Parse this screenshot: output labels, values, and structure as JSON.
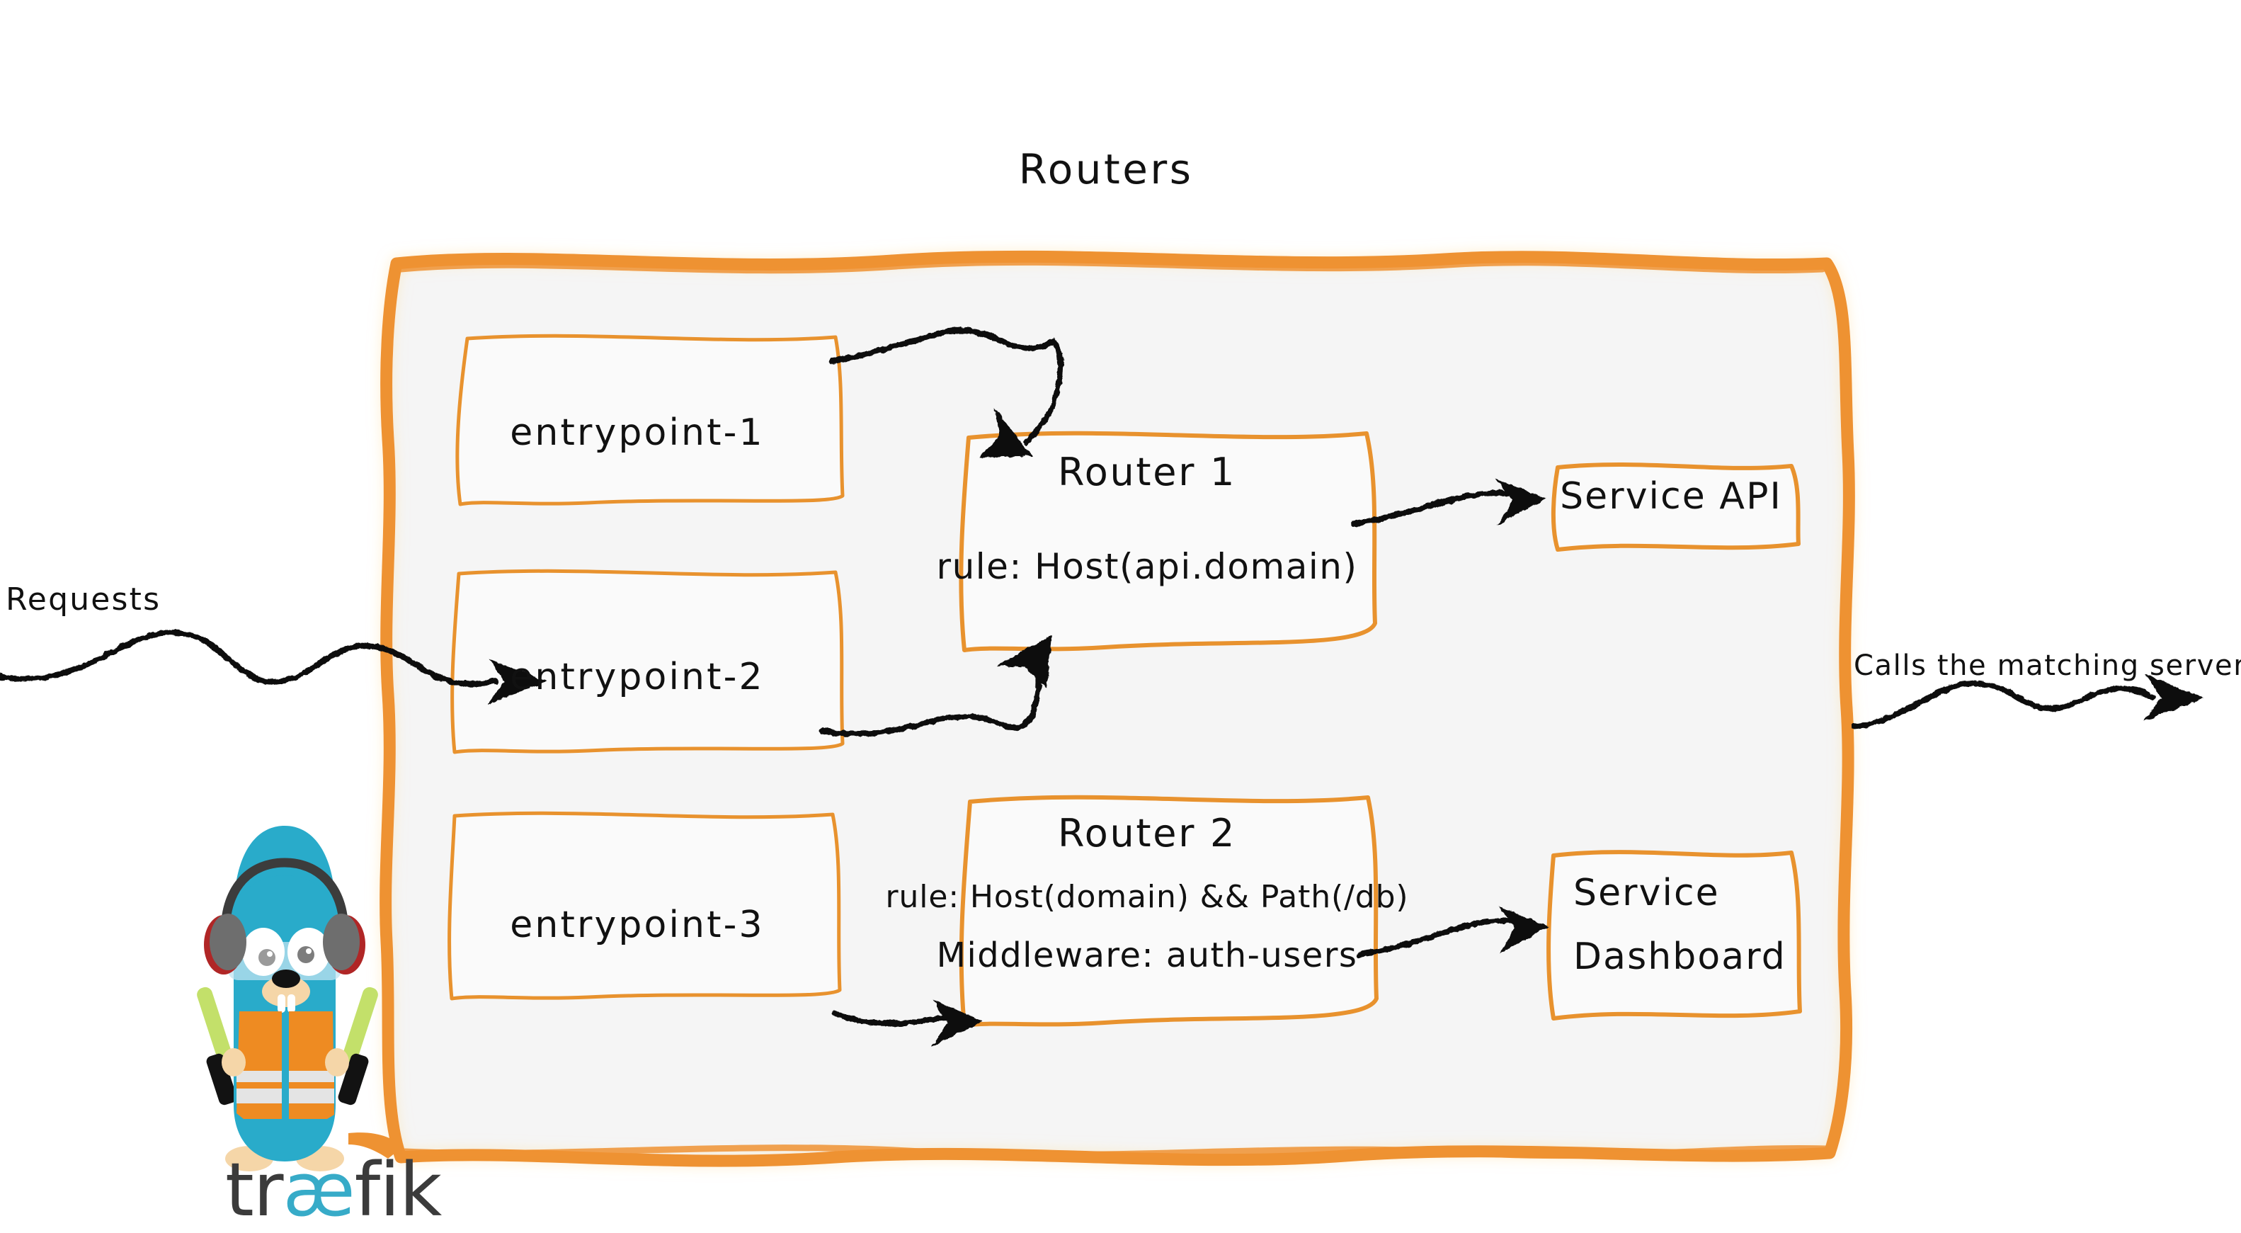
{
  "diagram": {
    "title": "Routers",
    "background": "#ffffff",
    "panel_fill": "#F5F5F5",
    "accent_orange": "#EE9232",
    "box_border_orange": "#E8922E",
    "box_fill": "#FAFAFA",
    "ink_black": "#111111",
    "traefik_cyan": "#37ABC8",
    "traefik_dark": "#3B3B3B"
  },
  "entrypoints": [
    {
      "label": "entrypoint-1"
    },
    {
      "label": "entrypoint-2"
    },
    {
      "label": "entrypoint-3"
    }
  ],
  "routers": [
    {
      "title": "Router 1",
      "rule": "rule: Host(api.domain)"
    },
    {
      "title": "Router 2",
      "rule": "rule: Host(domain) && Path(/db)",
      "middleware": "Middleware: auth-users"
    }
  ],
  "services": [
    {
      "label": "Service API",
      "lines": [
        "Service API"
      ]
    },
    {
      "label": "Service Dashboard",
      "lines": [
        "Service",
        "Dashboard"
      ]
    }
  ],
  "captions": {
    "requests": "Requests",
    "calls": "Calls the matching server"
  },
  "logo": {
    "wordmark_pre": "tr",
    "wordmark_ae": "æ",
    "wordmark_post": "fik",
    "mascot": "traefik-gopher"
  },
  "icons": {
    "arrow": "arrow-icon",
    "mascot": "gopher-mascot-icon"
  }
}
